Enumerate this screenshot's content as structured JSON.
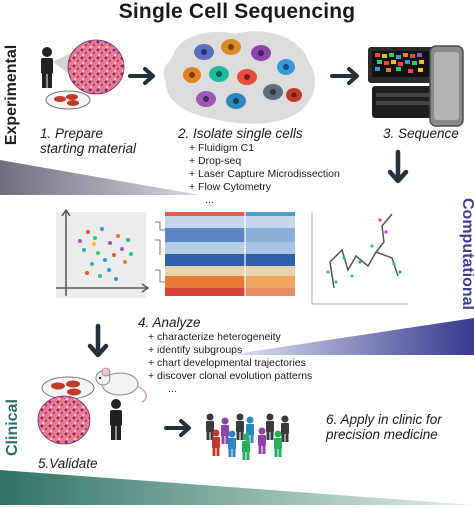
{
  "title": "Single Cell Sequencing",
  "categories": {
    "experimental": "Experimental",
    "computational": "Computational",
    "clinical": "Clinical"
  },
  "steps": {
    "prepare": {
      "line1": "1. Prepare",
      "line2": "starting material"
    },
    "isolate": {
      "label": "2. Isolate single cells",
      "methods": [
        "+ Fluidigm C1",
        "+ Drop-seq",
        "+ Laser Capture Microdissection",
        "+ Flow Cytometry",
        "..."
      ]
    },
    "sequence": {
      "label": "3. Sequence"
    },
    "analyze": {
      "label": "4. Analyze",
      "items": [
        "+ characterize heterogeneity",
        "+ identify subgroups",
        "+ chart developmental trajectories",
        "+ discover clonal evolution patterns",
        "..."
      ]
    },
    "validate": {
      "label": "5.Validate"
    },
    "apply": {
      "line1": "6. Apply in clinic for",
      "line2": "precision medicine"
    }
  },
  "colors": {
    "experimental_wedge": "#7a7a8c",
    "computational_wedge": "#3d4094",
    "clinical_wedge": "#3a7c6e",
    "arrow": "#22313a"
  }
}
